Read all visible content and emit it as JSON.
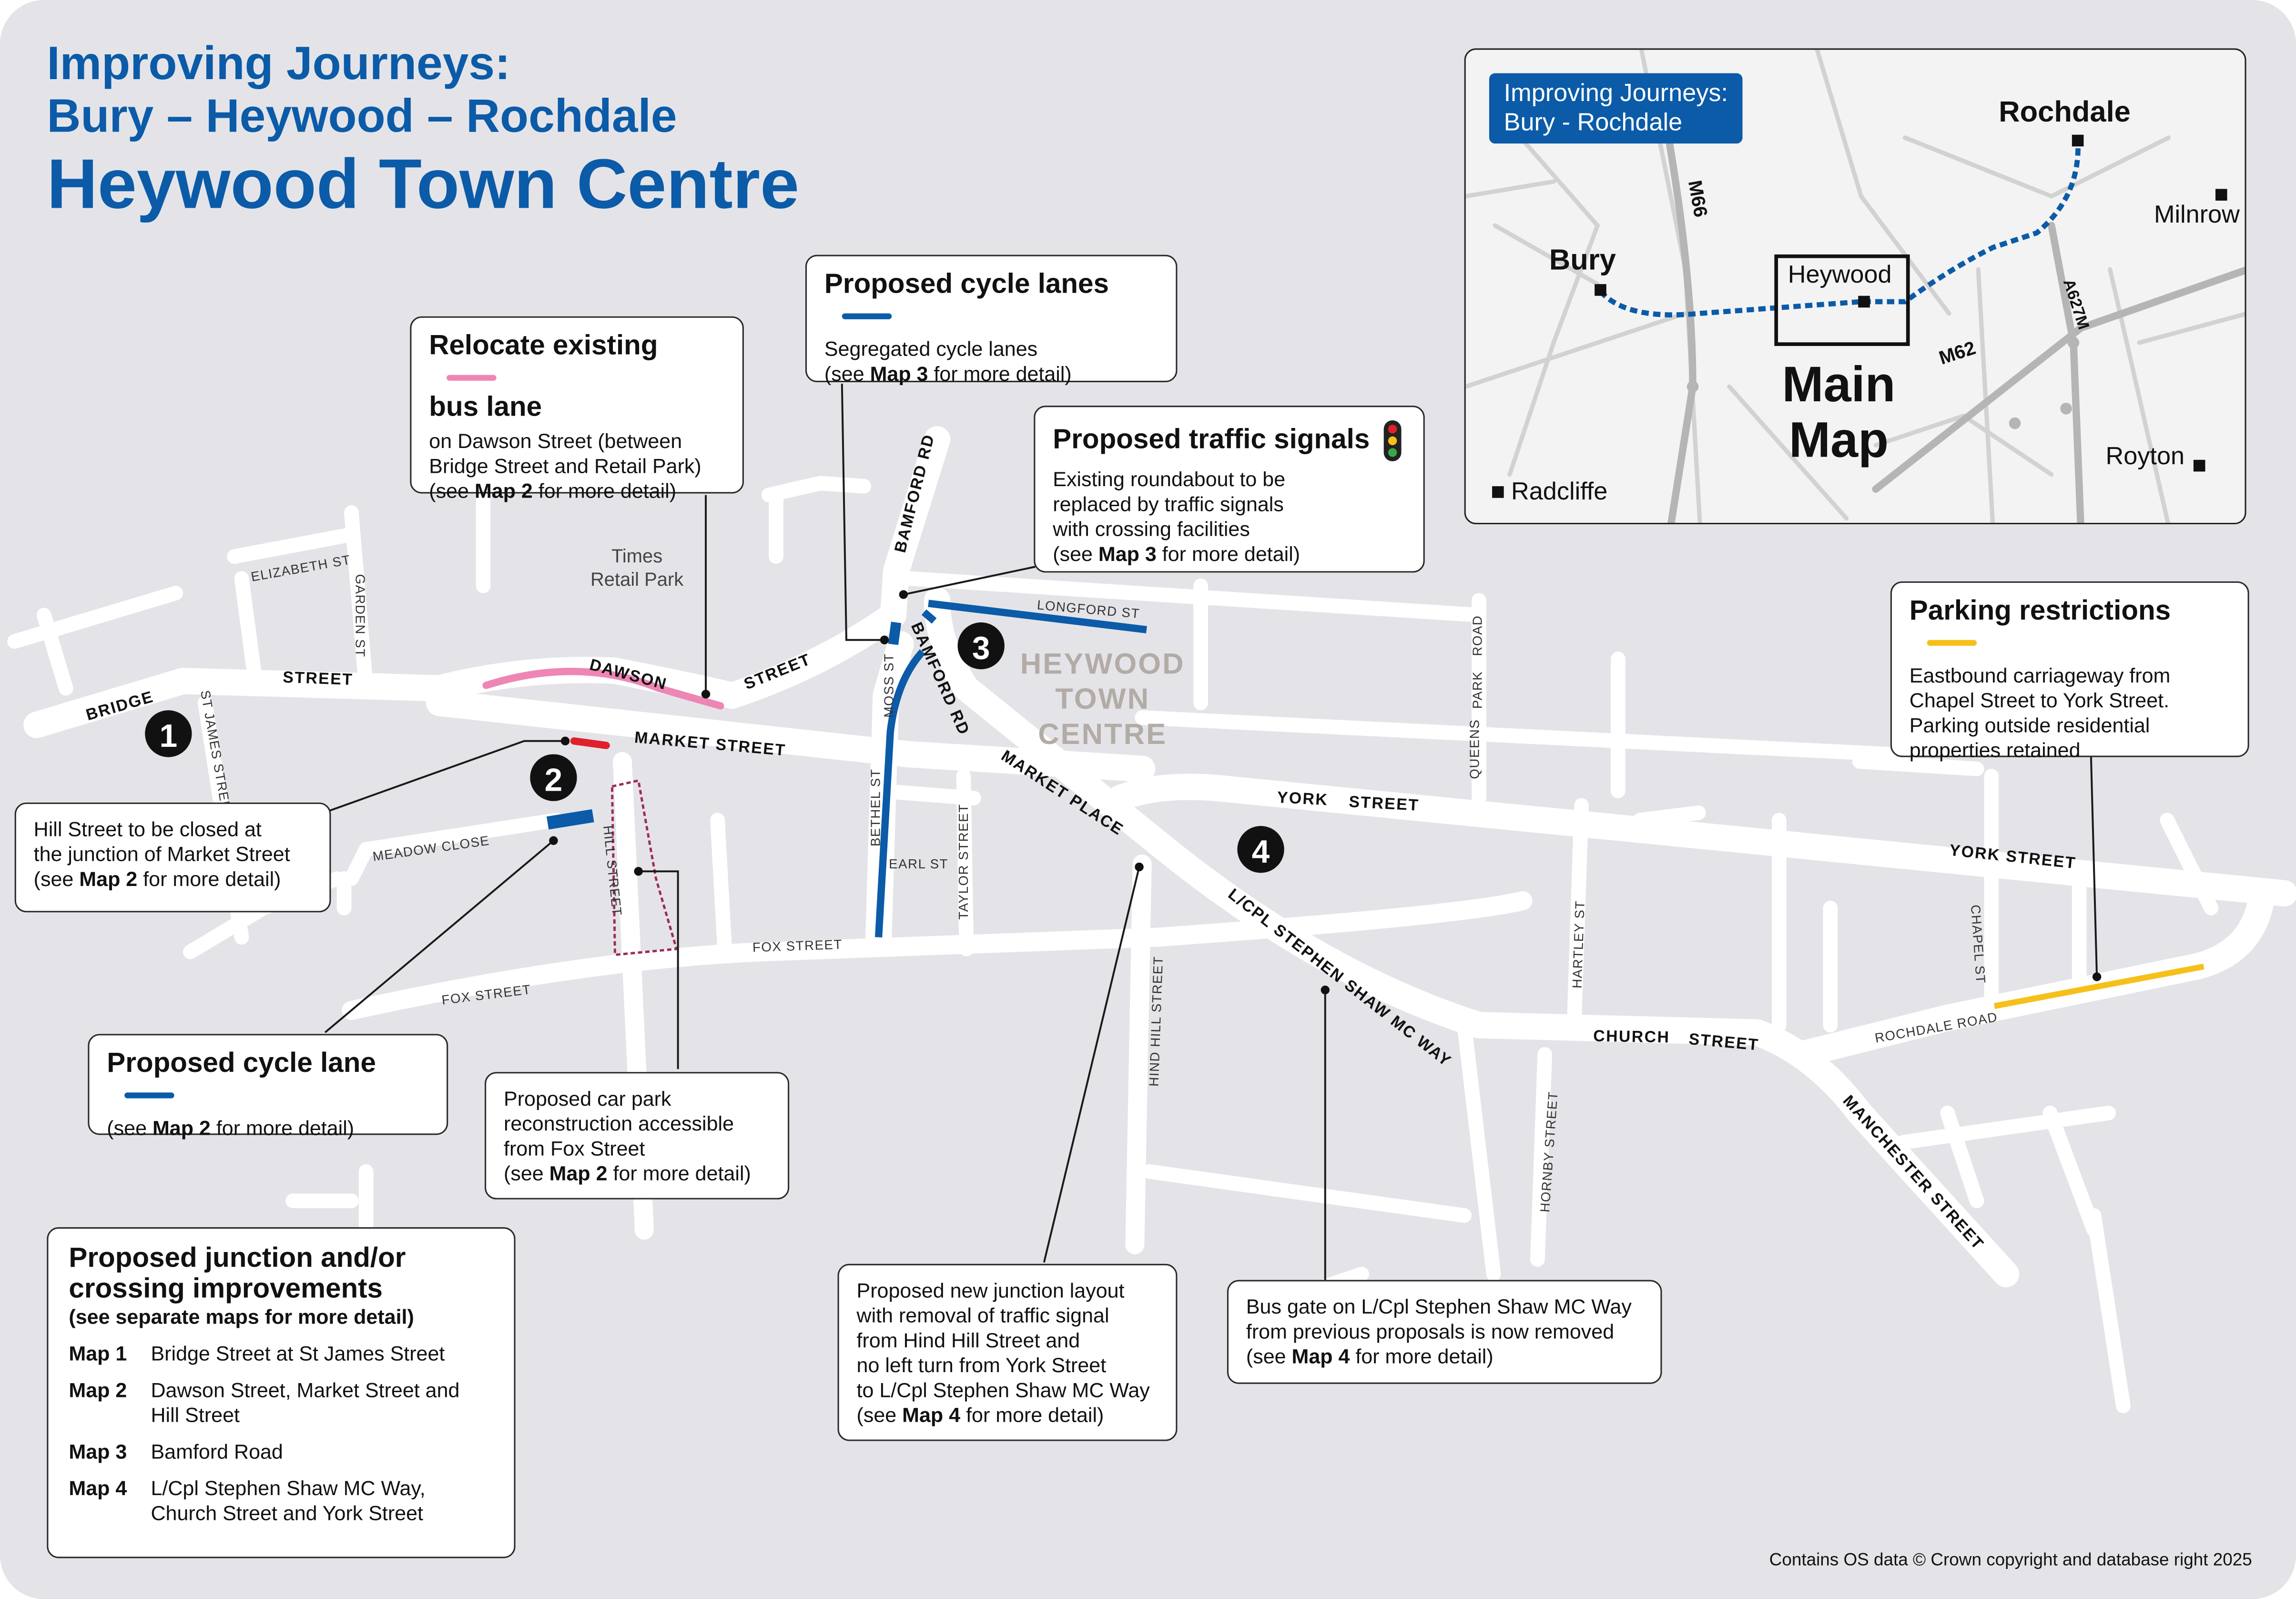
{
  "header": {
    "title_line1": "Improving Journeys:",
    "title_line2": "Bury – Heywood – Rochdale",
    "title_main": "Heywood Town Centre"
  },
  "colors": {
    "cycle_lane": "#0b5ba8",
    "bus_lane": "#ee86b5",
    "closure": "#e0202a",
    "parking": "#f5c01a",
    "car_park": "#9e2a5a",
    "title": "#0b5ba8"
  },
  "map": {
    "streets": {
      "bridge": "BRIDGE",
      "street": "STREET",
      "dawson": "DAWSON",
      "street2": "STREET",
      "elizabeth": "ELIZABETH ST",
      "garden": "GARDEN ST",
      "st_james": "ST JAMES STREET",
      "market": "MARKET STREET",
      "bamford_rd": "BAMFORD RD",
      "bamford_rd2": "BAMFORD RD",
      "longford": "LONGFORD ST",
      "road": "ROAD",
      "park": "PARK",
      "queens": "QUEENS",
      "moss": "MOSS ST",
      "bethel": "BETHEL ST",
      "earl": "EARL ST",
      "taylor": "TAYLOR STREET",
      "market_place": "MARKET PLACE",
      "york": "YORK",
      "york_street": "STREET",
      "york_street2": "YORK STREET",
      "meadow": "MEADOW CLOSE",
      "hill": "HILL STREET",
      "fox": "FOX STREET",
      "fox2": "FOX STREET",
      "stephen": "L/CPL STEPHEN SHAW MC WAY",
      "church": "CHURCH",
      "church_street": "STREET",
      "hind": "HIND HILL STREET",
      "hartley": "HARTLEY ST",
      "hornby": "HORNBY STREET",
      "chapel": "CHAPEL ST",
      "rochdale_road": "ROCHDALE ROAD",
      "manchester": "MANCHESTER STREET"
    },
    "places": {
      "times": "Times",
      "retail_park": "Retail Park",
      "heywood_line1": "HEYWOOD",
      "heywood_line2": "TOWN",
      "heywood_line3": "CENTRE"
    },
    "markers": [
      "1",
      "2",
      "3",
      "4"
    ]
  },
  "callouts": {
    "bus_lane": {
      "title_line1": "Relocate existing",
      "title_line2": "bus lane",
      "text1": "on Dawson Street (between",
      "text2": "Bridge Street and Retail Park)",
      "see_pre": "(see ",
      "see_map": "Map 2",
      "see_post": " for more detail)"
    },
    "cycle_lanes": {
      "title": "Proposed cycle lanes",
      "text1": "Segregated cycle lanes",
      "see_pre": "(see ",
      "see_map": "Map 3",
      "see_post": " for more detail)"
    },
    "signals": {
      "title": "Proposed traffic signals",
      "text1": "Existing roundabout to be",
      "text2": "replaced by traffic signals",
      "text3": "with crossing facilities",
      "see_pre": "(see ",
      "see_map": "Map 3",
      "see_post": " for more detail)"
    },
    "parking": {
      "title": "Parking restrictions",
      "text1": "Eastbound carriageway from",
      "text2": "Chapel Street to York Street.",
      "text3": "Parking outside residential",
      "text4": "properties retained"
    },
    "hill_closed": {
      "text1": "Hill Street to be closed at",
      "text2": "the junction of Market Street",
      "see_pre": "(see ",
      "see_map": "Map 2",
      "see_post": " for more detail)"
    },
    "cycle_lane": {
      "title": "Proposed cycle lane",
      "see_pre": "(see ",
      "see_map": "Map 2",
      "see_post": " for more detail)"
    },
    "car_park": {
      "text1": "Proposed car park",
      "text2": "reconstruction accessible",
      "text3": "from Fox Street",
      "see_pre": "(see ",
      "see_map": "Map 2",
      "see_post": " for more detail)"
    },
    "junction_layout": {
      "text1": "Proposed new junction layout",
      "text2": "with removal of traffic signal",
      "text3": "from Hind Hill Street and",
      "text4": "no left turn from York Street",
      "text5": "to L/Cpl Stephen Shaw MC Way",
      "see_pre": "(see ",
      "see_map": "Map 4",
      "see_post": " for more detail)"
    },
    "bus_gate": {
      "text1": "Bus gate on L/Cpl Stephen Shaw MC Way",
      "text2": "from previous proposals is now removed",
      "see_pre": "(see ",
      "see_map": "Map 4",
      "see_post": " for more detail)"
    }
  },
  "junction_list": {
    "title_line1": "Proposed junction and/or",
    "title_line2": "crossing improvements",
    "subtitle": "(see separate maps for more detail)",
    "items": [
      {
        "key": "Map 1",
        "value": "Bridge Street at St James Street"
      },
      {
        "key": "Map 2",
        "value": "Dawson Street, Market Street and Hill Street"
      },
      {
        "key": "Map 3",
        "value": "Bamford Road"
      },
      {
        "key": "Map 4",
        "value": "L/Cpl Stephen Shaw MC Way, Church Street and York Street"
      }
    ]
  },
  "inset": {
    "badge_line1": "Improving Journeys:",
    "badge_line2": "Bury - Rochdale",
    "rochdale": "Rochdale",
    "bury": "Bury",
    "heywood": "Heywood",
    "milnrow": "Milnrow",
    "radcliffe": "Radcliffe",
    "royton": "Royton",
    "main_line1": "Main",
    "main_line2": "Map",
    "m66": "M66",
    "m62": "M62",
    "a627m": "A627M"
  },
  "footer": {
    "copyright": "Contains OS data © Crown copyright and database right 2025"
  }
}
